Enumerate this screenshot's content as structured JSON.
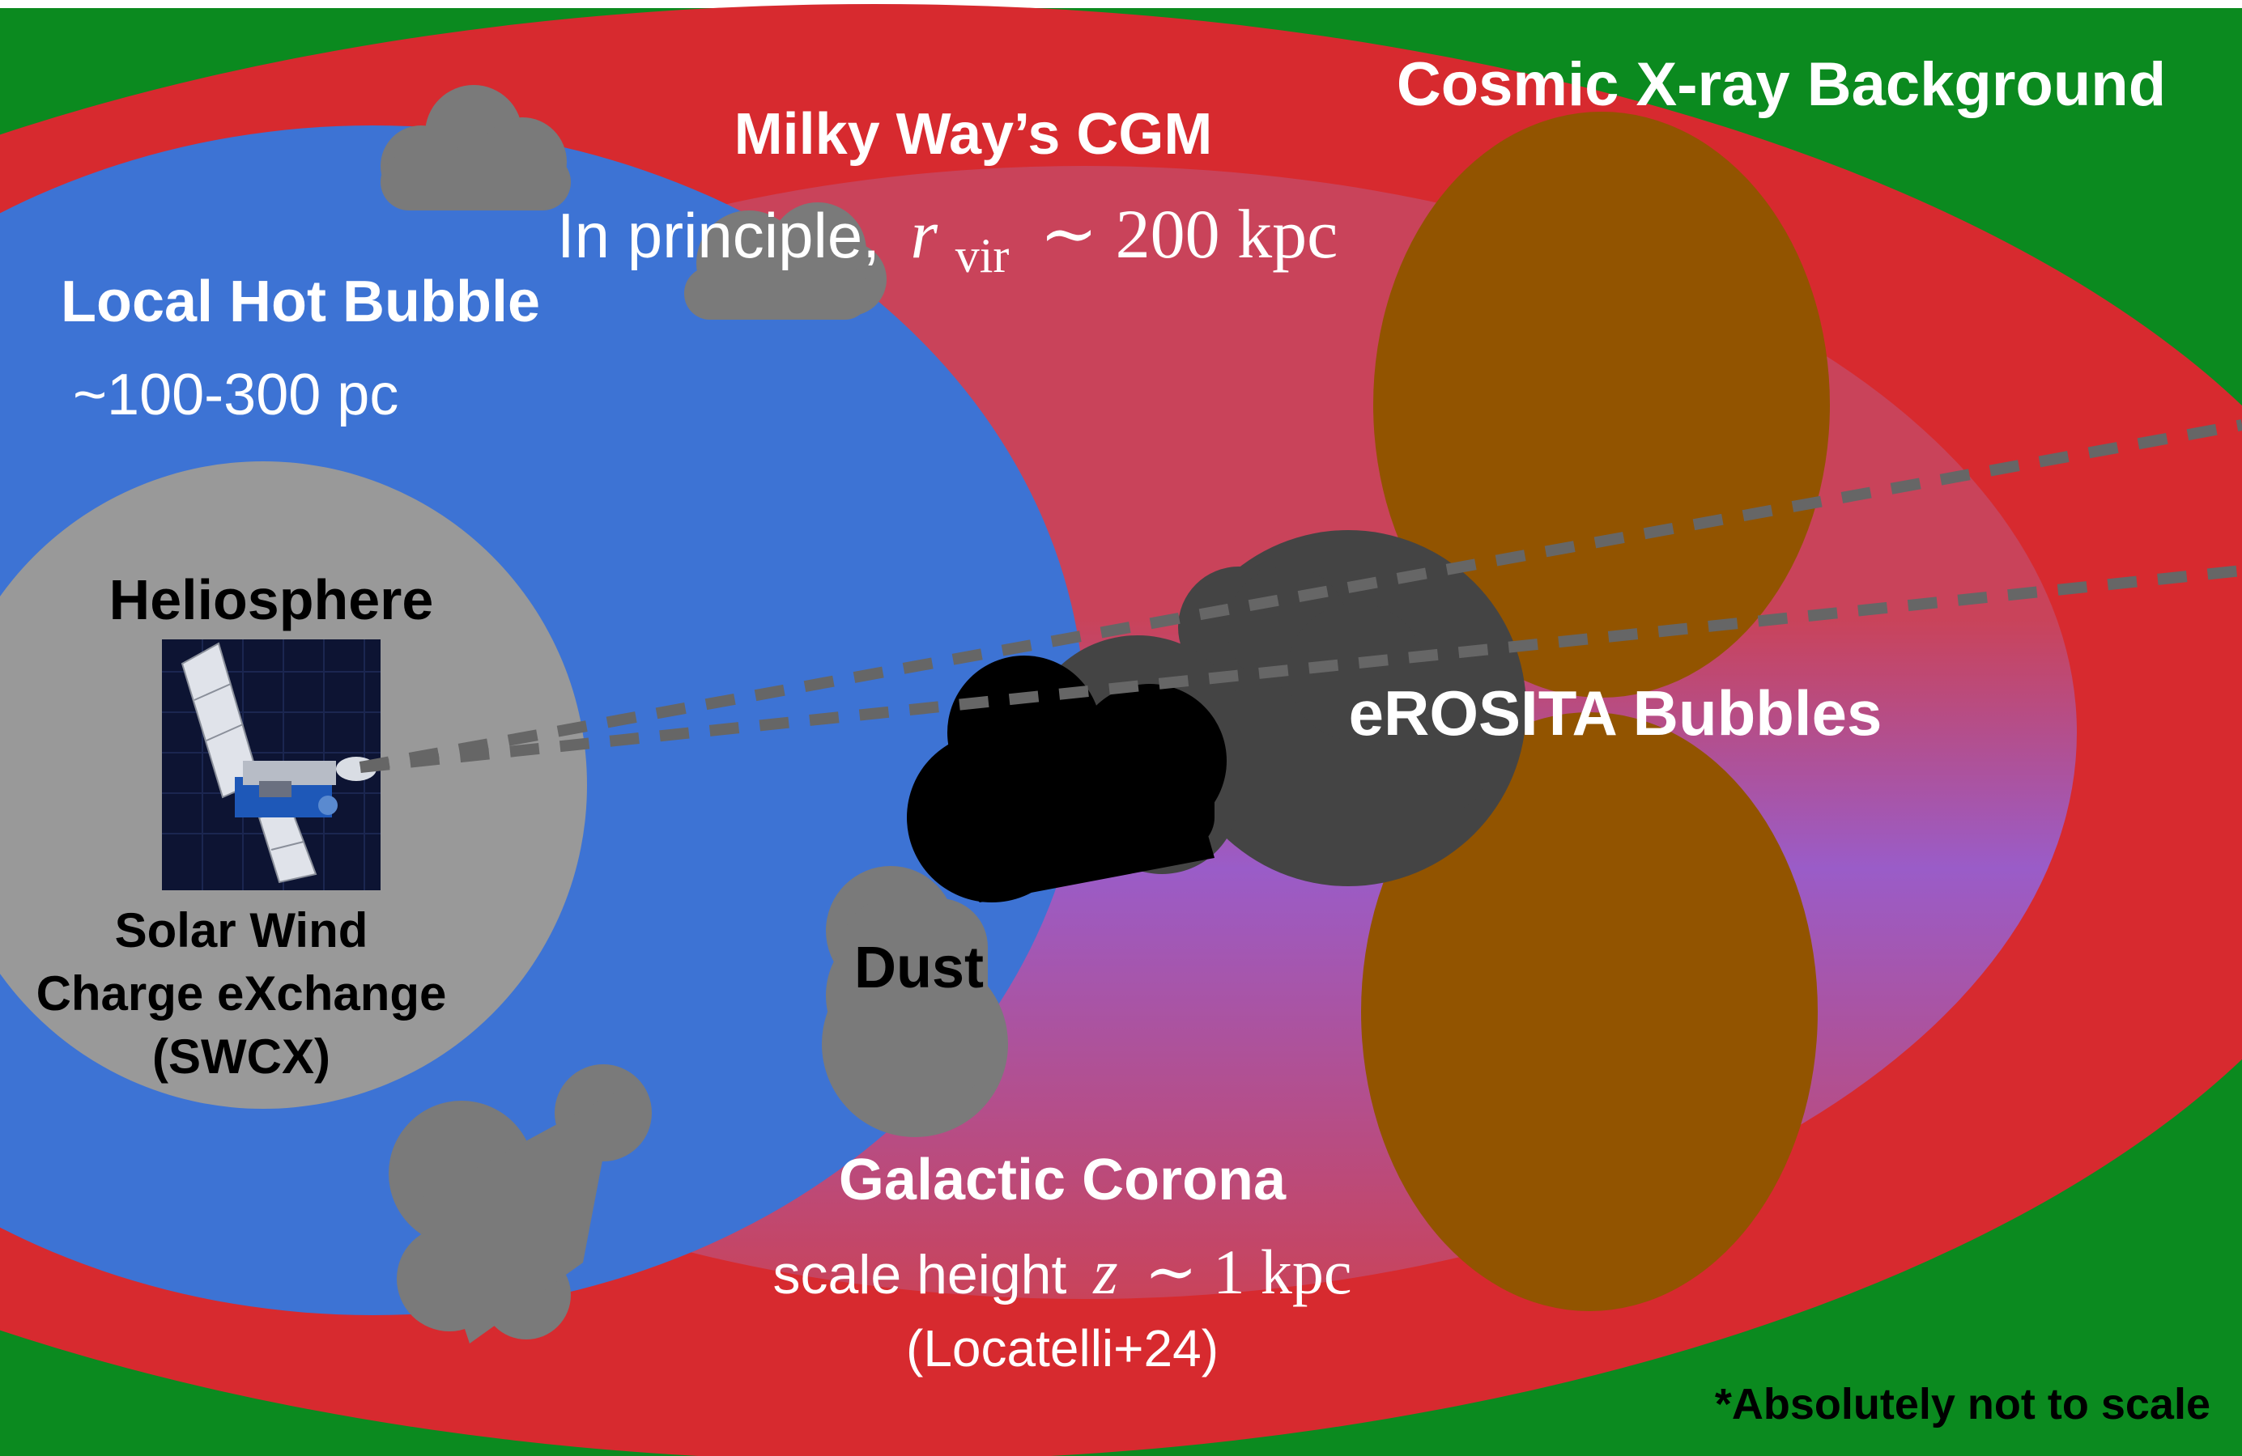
{
  "title": "Cosmic X-ray Background",
  "note": "*Absolutely not to scale",
  "colors": {
    "cxb": "#0b8a1f",
    "cgm_red": "#d72a2f",
    "corona_pink": "#c9435a",
    "corona_purple": "#9a5cc8",
    "lhb_blue": "#3d73d4",
    "heliosphere": "#999999",
    "erosita": "#925400",
    "cloud_gray": "#7a7a7a",
    "cloud_dark": "#444444",
    "dust_black": "#000000",
    "sightline": "#666666"
  },
  "labels": {
    "cgm": "Milky Way’s CGM",
    "cgm_sub_text": "In principle,",
    "cgm_sub_r": "r",
    "cgm_sub_vir": "vir",
    "cgm_sub_rest": "∼ 200 kpc",
    "lhb": "Local Hot Bubble",
    "lhb_sub": "~100-300 pc",
    "helio": "Heliosphere",
    "swcx_1": "Solar Wind",
    "swcx_2": "Charge eXchange",
    "swcx_3": "(SWCX)",
    "dust": "Dust",
    "erosita": "eROSITA Bubbles",
    "corona": "Galactic Corona",
    "corona_sub_text": "scale height",
    "corona_sub_z": "z",
    "corona_sub_rest": "∼ 1 kpc",
    "corona_ref": "(Locatelli+24)"
  },
  "icons": {
    "satellite": "satellite-icon"
  }
}
